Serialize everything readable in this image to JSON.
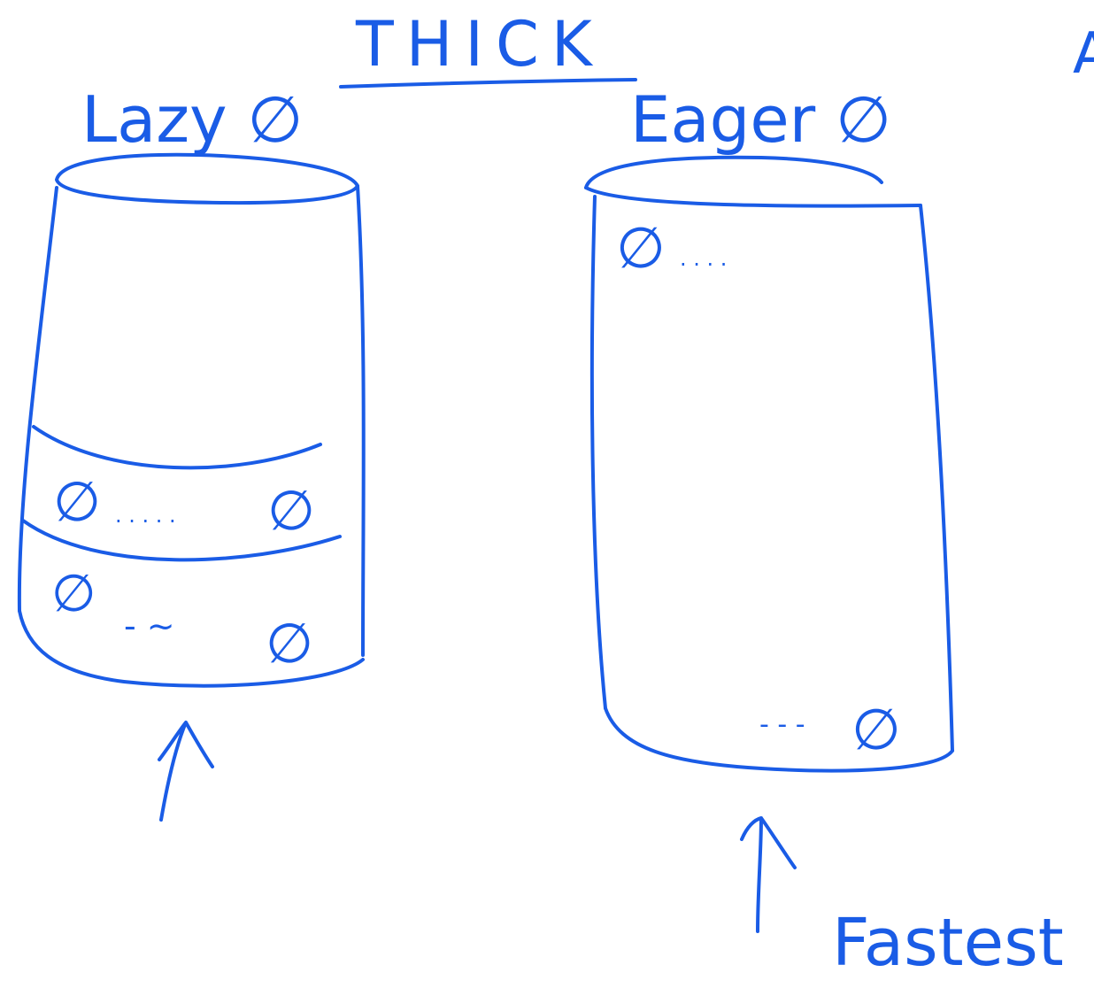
{
  "ink_color": "#1a5ce6",
  "background_color": "#ffffff",
  "title": "THICK",
  "corner_mark": "A",
  "left_drum": {
    "label": "Lazy ∅",
    "row1_left": "∅",
    "row1_dots": ". . . . .",
    "row1_right": "∅",
    "row2_left": "∅",
    "row2_dots": "- ~",
    "row2_right": "∅"
  },
  "right_drum": {
    "label": "Eager ∅",
    "top_symbol": "∅",
    "top_dots": ". . . .",
    "bottom_dots": "- - -",
    "bottom_symbol": "∅"
  },
  "fastest_label": "Fastest"
}
